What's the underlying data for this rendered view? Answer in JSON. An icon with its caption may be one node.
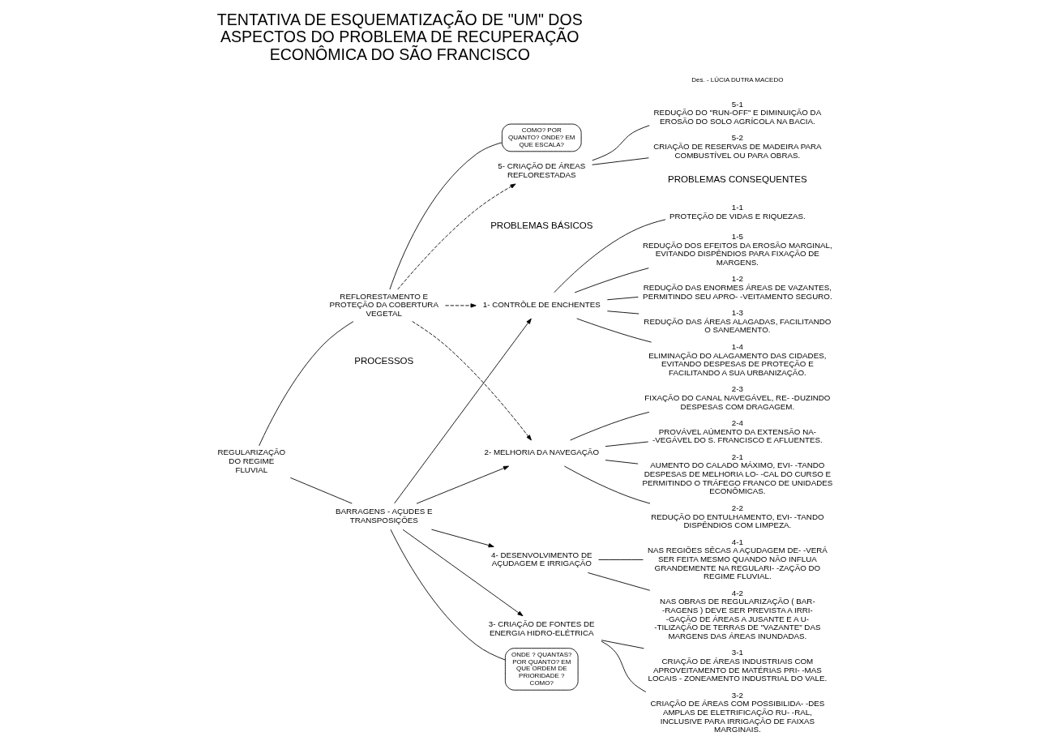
{
  "diagram": {
    "title": "TENTATIVA DE ESQUEMATIZAÇÃO DE \"UM\" DOS ASPECTOS DO PROBLEMA DE RECUPERAÇÃO ECONÔMICA DO SÃO FRANCISCO",
    "nodes": [
      {
        "text": [
          "REGULARIZAÇÃO DO REGIME FLUVIAL"
        ]
      },
      {
        "text": [
          "BARRAGENS - AÇUDES E TRANSPOSIÇÕES"
        ]
      },
      {
        "text": [
          "ONDE ? QUANTAS? POR QUANTO? EM QUE ORDEM DE PRIORIDADE ? COMO?"
        ]
      },
      {
        "text": [
          "REFLORESTAMENTO E PROTEÇÃO DA COBERTURA VEGETAL"
        ]
      },
      {
        "text": [
          "COMO? POR QUANTO? ONDE? EM QUE ESCALA?"
        ]
      },
      {
        "text": [
          "1- CONTRÔLE DE ENCHENTES"
        ]
      },
      {
        "text": [
          "2- MELHORIA DA NAVEGAÇÃO"
        ]
      },
      {
        "text": [
          "3- CRIAÇÃO DE FONTES DE ENERGIA HIDRO-ELÉTRICA"
        ]
      },
      {
        "text": [
          "4- DESENVOLVIMENTO DE AÇUDAGEM E IRRIGAÇÃO"
        ]
      },
      {
        "text": [
          "5- CRIAÇÃO DE ÁREAS REFLORESTADAS"
        ]
      },
      {
        "text": [
          "1-1",
          "PROTEÇÃO DE VIDAS E RIQUEZAS."
        ]
      },
      {
        "text": [
          "1-2",
          "REDUÇÃO DAS ENORMES ÁREAS DE VAZANTES, PERMITINDO SEU APRO- -VEITAMENTO SEGURO."
        ]
      },
      {
        "text": [
          "1-3",
          "REDUÇÃO DAS ÁREAS ALAGADAS, FACILITANDO O SANEAMENTO."
        ]
      },
      {
        "text": [
          "1-4",
          "ELIMINAÇÃO DO ALAGAMENTO DAS CIDADES, EVITANDO DESPESAS DE PROTEÇÃO E FACILITANDO A SUA URBANIZAÇÃO."
        ]
      },
      {
        "text": [
          "1-5",
          "REDUÇÃO DOS EFEITOS DA EROSÃO MARGINAL, EVITANDO DISPÊNDIOS PARA FIXAÇÃO DE MARGENS."
        ]
      },
      {
        "text": [
          "2-1",
          "AUMENTO DO CALADO MÁXIMO, EVI- -TANDO DESPESAS DE MELHORIA LO- -CAL DO CURSO E PERMITINDO O TRÁFEGO FRANCO DE UNIDADES ECONÔMICAS."
        ]
      },
      {
        "text": [
          "2-2",
          "REDUÇÃO DO ENTULHAMENTO, EVI- -TANDO DISPÊNDIOS COM LIMPEZA."
        ]
      },
      {
        "text": [
          "2-3",
          "FIXAÇÃO DO CANAL NAVEGÁVEL, RE- -DUZINDO DESPESAS COM DRAGAGEM."
        ]
      },
      {
        "text": [
          "2-4",
          "PROVÁVEL AÚMENTO DA EXTENSÃO NA- -VEGÁVEL DO S. FRANCISCO E AFLUENTES."
        ]
      },
      {
        "text": [
          "3-1",
          "CRIAÇÃO DE ÁREAS INDUSTRIAIS COM APROVEITAMENTO DE MATÉRIAS PRI- -MAS LOCAIS - ZONEAMENTO INDUSTRIAL DO VALE."
        ]
      },
      {
        "text": [
          "3-2",
          "CRIAÇÃO DE ÁREAS COM POSSIBILIDA- -DES AMPLAS DE ELETRIFICAÇÃO RU- -RAL, INCLUSIVE PARA IRRIGAÇÃO DE FAIXAS MARGINAIS."
        ]
      },
      {
        "text": [
          "4-1",
          "NAS REGIÕES SÊCAS A AÇUDAGEM DE- -VERÁ SER FEITA MESMO QUANDO NÃO INFLUA GRANDEMENTE NA REGULARI- -ZAÇÃO DO REGIME FLUVIAL."
        ]
      },
      {
        "text": [
          "4-2",
          "NAS OBRAS DE REGULARIZAÇÃO ( BAR- -RAGENS ) DEVE SER PREVISTA A IRRI- -GAÇÃO DE ÁREAS A JUSANTE E A U- -TILIZAÇÃO DE TERRAS DE \"VAZANTE\" DAS MARGENS DAS ÁREAS INUNDADAS."
        ]
      },
      {
        "text": [
          "5-1",
          "REDUÇÃO DO \"RUN-OFF\" E DIMINUIÇÃO DA EROSÃO DO SOLO AGRÍCOLA NA BACIA."
        ]
      },
      {
        "text": [
          "5-2",
          "CRIAÇÃO DE RESERVAS DE MADEIRA PARA COMBUSTÍVEL OU PARA OBRAS."
        ]
      }
    ],
    "edges": [
      {
        "from": 0,
        "to": 1,
        "arrow": "none"
      },
      {
        "from": 0,
        "to": 3,
        "arrow": "none"
      },
      {
        "from": 1,
        "to": 2,
        "arrow": "none"
      },
      {
        "from": 3,
        "to": 4,
        "arrow": "none"
      },
      {
        "from": 1,
        "to": 5,
        "arrow": "to"
      },
      {
        "from": 1,
        "to": 6,
        "arrow": "to"
      },
      {
        "from": 1,
        "to": 7,
        "arrow": "to"
      },
      {
        "from": 1,
        "to": 8,
        "arrow": "to"
      },
      {
        "from": 3,
        "to": 5,
        "arrow": "to",
        "style": "dashed"
      },
      {
        "from": 3,
        "to": 6,
        "arrow": "to",
        "style": "dashed"
      },
      {
        "from": 3,
        "to": 9,
        "arrow": "to",
        "style": "dashed"
      },
      {
        "from": 5,
        "to": 10,
        "arrow": "none"
      },
      {
        "from": 5,
        "to": 11,
        "arrow": "none"
      },
      {
        "from": 5,
        "to": 12,
        "arrow": "none"
      },
      {
        "from": 5,
        "to": 13,
        "arrow": "none"
      },
      {
        "from": 5,
        "to": 14,
        "arrow": "none"
      },
      {
        "from": 6,
        "to": 15,
        "arrow": "none"
      },
      {
        "from": 6,
        "to": 16,
        "arrow": "none"
      },
      {
        "from": 6,
        "to": 17,
        "arrow": "none"
      },
      {
        "from": 6,
        "to": 18,
        "arrow": "none"
      },
      {
        "from": 7,
        "to": 19,
        "arrow": "none"
      },
      {
        "from": 7,
        "to": 20,
        "arrow": "none"
      },
      {
        "from": 8,
        "to": 21,
        "arrow": "none"
      },
      {
        "from": 8,
        "to": 22,
        "arrow": "none"
      },
      {
        "from": 9,
        "to": 23,
        "arrow": "none"
      },
      {
        "from": 9,
        "to": 24,
        "arrow": "none"
      }
    ],
    "labels": [
      "PROCESSOS",
      "PROBLEMAS BÁSICOS",
      "PROBLEMAS CONSEQUENTES",
      "Des. - LÚCIA DUTRA MACEDO"
    ]
  }
}
